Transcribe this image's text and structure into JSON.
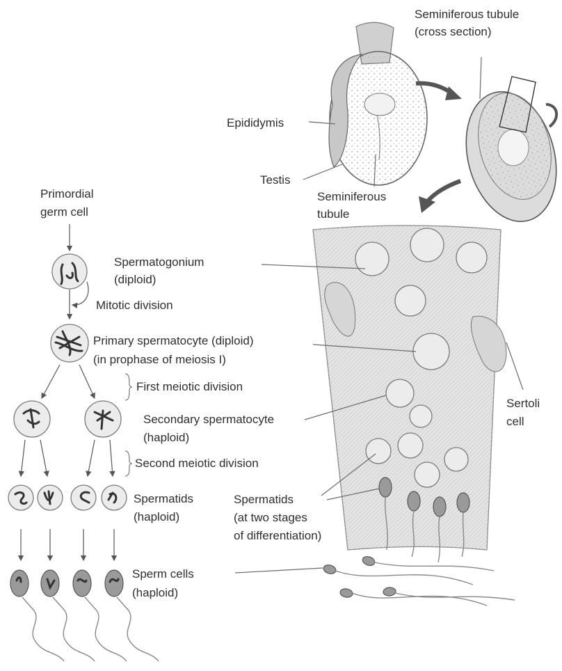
{
  "labels": {
    "seminiferous_tubule_cross": [
      "Seminiferous tubule",
      "(cross section)"
    ],
    "epididymis": "Epididymis",
    "testis": "Testis",
    "seminiferous_tubule": [
      "Seminiferous",
      "tubule"
    ],
    "primordial_germ_cell": [
      "Primordial",
      "germ cell"
    ],
    "spermatogonium": [
      "Spermatogonium",
      "(diploid)"
    ],
    "mitotic_division": "Mitotic division",
    "primary_spermatocyte": [
      "Primary spermatocyte (diploid)",
      "(in prophase of meiosis I)"
    ],
    "first_meiotic_division": "First meiotic division",
    "secondary_spermatocyte": [
      "Secondary spermatocyte",
      "(haploid)"
    ],
    "sertoli_cell": [
      "Sertoli",
      "cell"
    ],
    "second_meiotic_division": "Second meiotic division",
    "spermatids_left": [
      "Spermatids",
      "(haploid)"
    ],
    "spermatids_right": [
      "Spermatids",
      "(at two stages",
      "of differentiation)"
    ],
    "sperm_cells": [
      "Sperm cells",
      "(haploid)"
    ]
  }
}
